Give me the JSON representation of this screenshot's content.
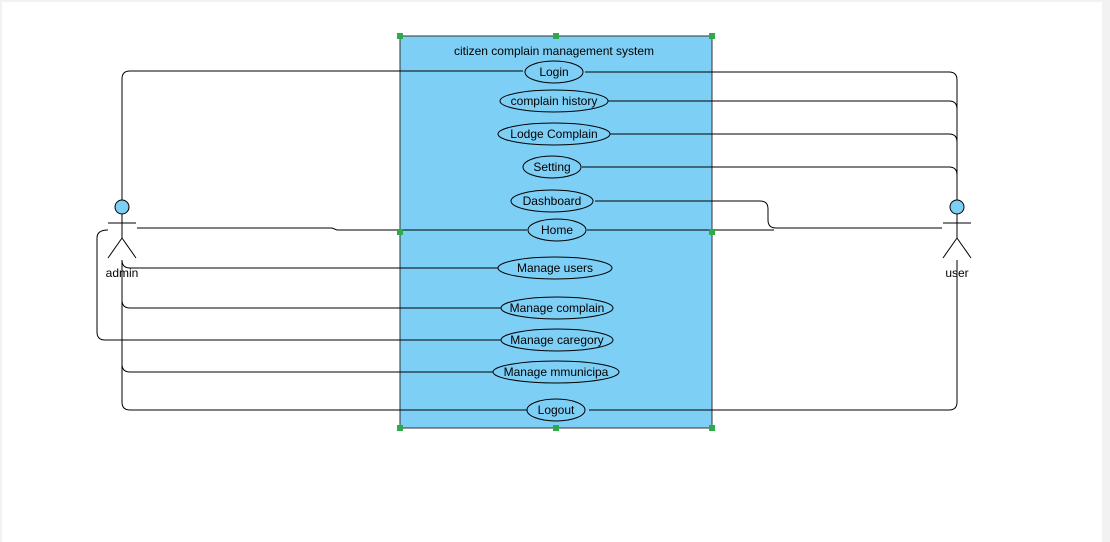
{
  "system": {
    "title": "citizen complain management system",
    "fill": "#7ecff5",
    "handle_color": "#2eaa48"
  },
  "actors": {
    "admin": {
      "label": "admin",
      "head_fill": "#7ecff5"
    },
    "user": {
      "label": "user",
      "head_fill": "#7ecff5"
    }
  },
  "use_cases": [
    {
      "id": "login",
      "label": "Login"
    },
    {
      "id": "complain-history",
      "label": "complain history"
    },
    {
      "id": "lodge-complain",
      "label": "Lodge Complain"
    },
    {
      "id": "setting",
      "label": "Setting"
    },
    {
      "id": "dashboard",
      "label": "Dashboard"
    },
    {
      "id": "home",
      "label": "Home"
    },
    {
      "id": "manage-users",
      "label": "Manage users"
    },
    {
      "id": "manage-complain",
      "label": "Manage complain"
    },
    {
      "id": "manage-caregory",
      "label": "Manage caregory"
    },
    {
      "id": "manage-mmunicipa",
      "label": "Manage mmunicipa"
    },
    {
      "id": "logout",
      "label": "Logout"
    }
  ]
}
